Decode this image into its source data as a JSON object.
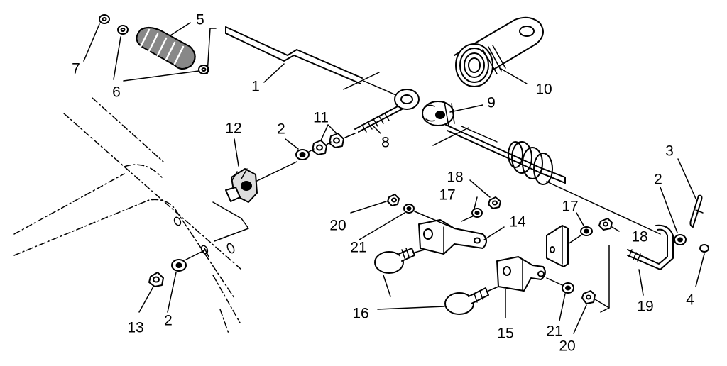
{
  "diagram": {
    "callouts": [
      {
        "id": "c7",
        "text": "7"
      },
      {
        "id": "c5",
        "text": "5"
      },
      {
        "id": "c6",
        "text": "6"
      },
      {
        "id": "c1",
        "text": "1"
      },
      {
        "id": "c10",
        "text": "10"
      },
      {
        "id": "c9",
        "text": "9"
      },
      {
        "id": "c12",
        "text": "12"
      },
      {
        "id": "c2a",
        "text": "2"
      },
      {
        "id": "c11",
        "text": "11"
      },
      {
        "id": "c8",
        "text": "8"
      },
      {
        "id": "c3",
        "text": "3"
      },
      {
        "id": "c2b",
        "text": "2"
      },
      {
        "id": "c18a",
        "text": "18"
      },
      {
        "id": "c17a",
        "text": "17"
      },
      {
        "id": "c20a",
        "text": "20"
      },
      {
        "id": "c14",
        "text": "14"
      },
      {
        "id": "c21a",
        "text": "21"
      },
      {
        "id": "c17b",
        "text": "17"
      },
      {
        "id": "c18b",
        "text": "18"
      },
      {
        "id": "c4",
        "text": "4"
      },
      {
        "id": "c19",
        "text": "19"
      },
      {
        "id": "c16",
        "text": "16"
      },
      {
        "id": "c15",
        "text": "15"
      },
      {
        "id": "c21b",
        "text": "21"
      },
      {
        "id": "c20b",
        "text": "20"
      },
      {
        "id": "c13",
        "text": "13"
      },
      {
        "id": "c2c",
        "text": "2"
      }
    ]
  }
}
